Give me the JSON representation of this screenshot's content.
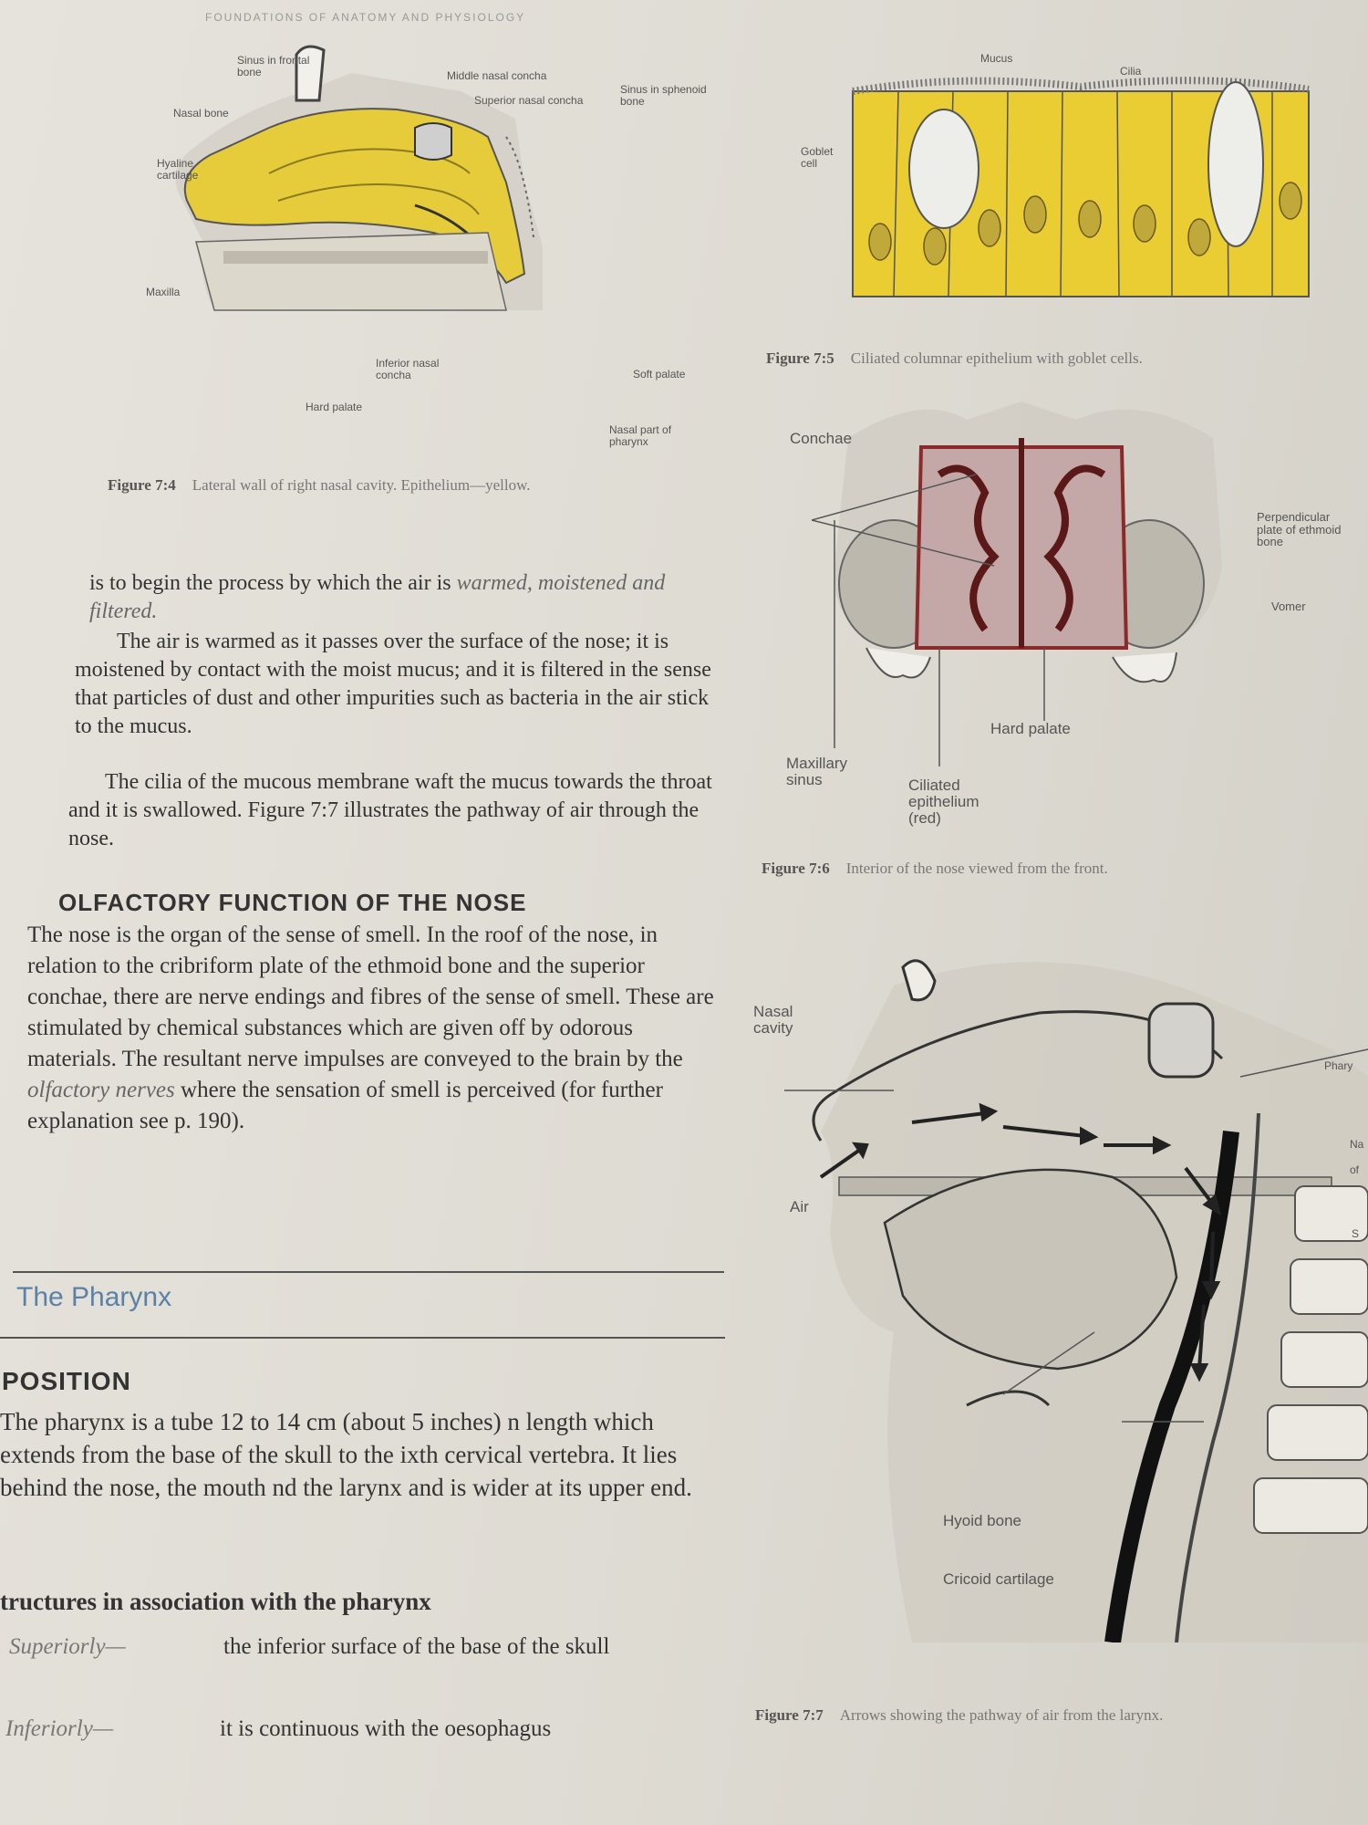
{
  "running_head": "FOUNDATIONS OF ANATOMY AND PHYSIOLOGY",
  "fig74": {
    "labels": {
      "sinus_frontal": "Sinus in frontal bone",
      "middle_concha": "Middle nasal concha",
      "sinus_sphenoid": "Sinus in sphenoid bone",
      "superior_concha": "Superior nasal concha",
      "nasal_bone": "Nasal bone",
      "hyaline": "Hyaline cartilage",
      "maxilla": "Maxilla",
      "inferior_concha": "Inferior nasal concha",
      "soft_palate": "Soft palate",
      "hard_palate": "Hard palate",
      "nasal_pharynx": "Nasal part of pharynx"
    },
    "caption_num": "Figure 7:4",
    "caption_text": "Lateral wall of right nasal cavity. Epithelium—yellow."
  },
  "fig75": {
    "labels": {
      "mucus": "Mucus",
      "cilia": "Cilia",
      "goblet": "Goblet cell"
    },
    "caption_num": "Figure 7:5",
    "caption_text": "Ciliated columnar epithelium with goblet cells."
  },
  "fig76": {
    "labels": {
      "conchae": "Conchae",
      "perpendicular": "Perpendicular plate of ethmoid bone",
      "vomer": "Vomer",
      "hard_palate": "Hard palate",
      "maxillary": "Maxillary sinus",
      "ciliated": "Ciliated epithelium (red)"
    },
    "caption_num": "Figure 7:6",
    "caption_text": "Interior of the nose viewed from the front."
  },
  "fig77": {
    "labels": {
      "nasal_cavity": "Nasal cavity",
      "air": "Air",
      "pharynx_cut": "Phary",
      "na_cut": "Na",
      "of_cut": "of",
      "s_cut": "S",
      "hyoid": "Hyoid bone",
      "cricoid": "Cricoid cartilage"
    },
    "caption_num": "Figure 7:7",
    "caption_text": "Arrows showing the pathway of air from the larynx."
  },
  "body": {
    "para1_a": "is to begin the process by which the air is ",
    "para1_em": "warmed, moistened and filtered.",
    "para2": "The air is warmed as it passes over the surface of the nose; it is moistened by contact with the moist mucus; and it is filtered in the sense that particles of dust and other impurities such as bacteria in the air stick to the mucus.",
    "para3": "The cilia of the mucous membrane waft the mucus towards the throat and it is swallowed. Figure 7:7 illustrates the pathway of air through the nose.",
    "olfactory_heading": "OLFACTORY FUNCTION OF THE NOSE",
    "olf_a": "The nose is the organ of the sense of smell. In the roof of the nose, in relation to the cribriform plate of the ethmoid bone and the superior conchae, there are nerve endings and fibres of the sense of smell. These are stimulated by chemical substances which are given off by odorous materials. The resultant nerve impulses are conveyed to the brain by the ",
    "olf_em": "olfactory nerves",
    "olf_b": " where the sensation of smell is perceived (for further explanation see p. 190).",
    "section_title": "The Pharynx",
    "position_heading": "POSITION",
    "position_text": "The pharynx is a tube 12 to 14 cm (about 5 inches) n length which extends from the base of the skull to the ixth cervical vertebra. It lies behind the nose, the mouth nd the larynx and is wider at its upper end.",
    "structures_heading": "tructures in association with the pharynx",
    "superiorly_term": "Superiorly—",
    "superiorly_desc": "the inferior surface of the base of the skull",
    "inferiorly_term": "Inferiorly—",
    "inferiorly_desc": "it is continuous with the oesophagus"
  }
}
